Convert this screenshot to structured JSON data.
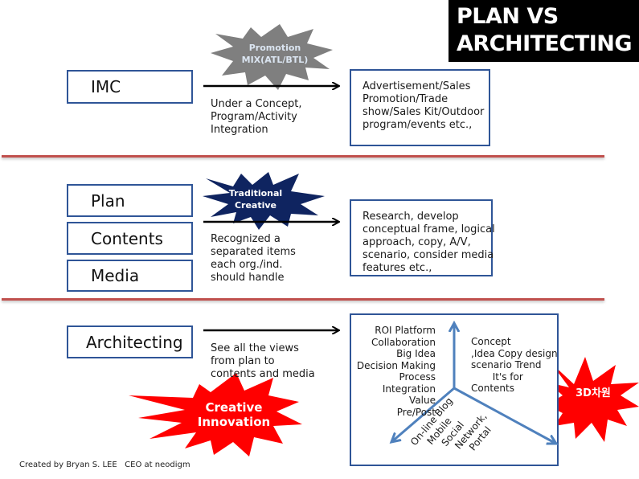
{
  "title": {
    "line1": "PLAN VS",
    "line2": "ARCHITECTING"
  },
  "colors": {
    "box_border": "#2f5597",
    "divider": "#c0504d",
    "star_gray": "#7f7f7f",
    "star_navy": "#0f2460",
    "star_red": "#ff0000",
    "diagram_arrow": "#4f81bd",
    "title_bg": "#000000"
  },
  "rows": [
    {
      "left_boxes": [
        "IMC"
      ],
      "star": {
        "lines": [
          "Promotion",
          "MIX(ATL/BTL)"
        ],
        "color": "gray"
      },
      "description": [
        "Under a Concept,",
        "Program/Activity",
        "Integration"
      ],
      "right_box": [
        "Advertisement/Sales",
        "Promotion/Trade",
        "show/Sales Kit/Outdoor",
        "program/events etc.,"
      ]
    },
    {
      "left_boxes": [
        "Plan",
        "Contents",
        "Media"
      ],
      "star": {
        "lines": [
          "Traditional",
          "Creative"
        ],
        "color": "navy"
      },
      "description": [
        "Recognized a",
        "separated items",
        "each org./ind.",
        "should handle"
      ],
      "right_box": [
        "Research, develop",
        "conceptual frame, logical",
        "approach, copy, A/V,",
        "scenario, consider media",
        "features etc.,"
      ]
    },
    {
      "left_boxes": [
        "Architecting"
      ],
      "description": [
        "See all  the  views",
        "from plan  to",
        "contents and  media"
      ],
      "diagram": {
        "left_axis": [
          "ROI Platform",
          "Collaboration",
          "Big Idea",
          "Decision Making",
          "Process",
          "Integration",
          "Value",
          "Pre/Post"
        ],
        "right_axis": [
          "Concept",
          ",Idea Copy design",
          "scenario Trend",
          "       It's for",
          "Contents"
        ],
        "bottom_axis": [
          "On-line Blog",
          "Mobile",
          "Social",
          "Network,",
          "Portal"
        ]
      }
    }
  ],
  "badges": {
    "creative_innovation": [
      "Creative",
      "Innovation"
    ],
    "dimension_3d": "3D차원"
  },
  "footer": "Created by Bryan S. LEE   CEO at neodigm"
}
